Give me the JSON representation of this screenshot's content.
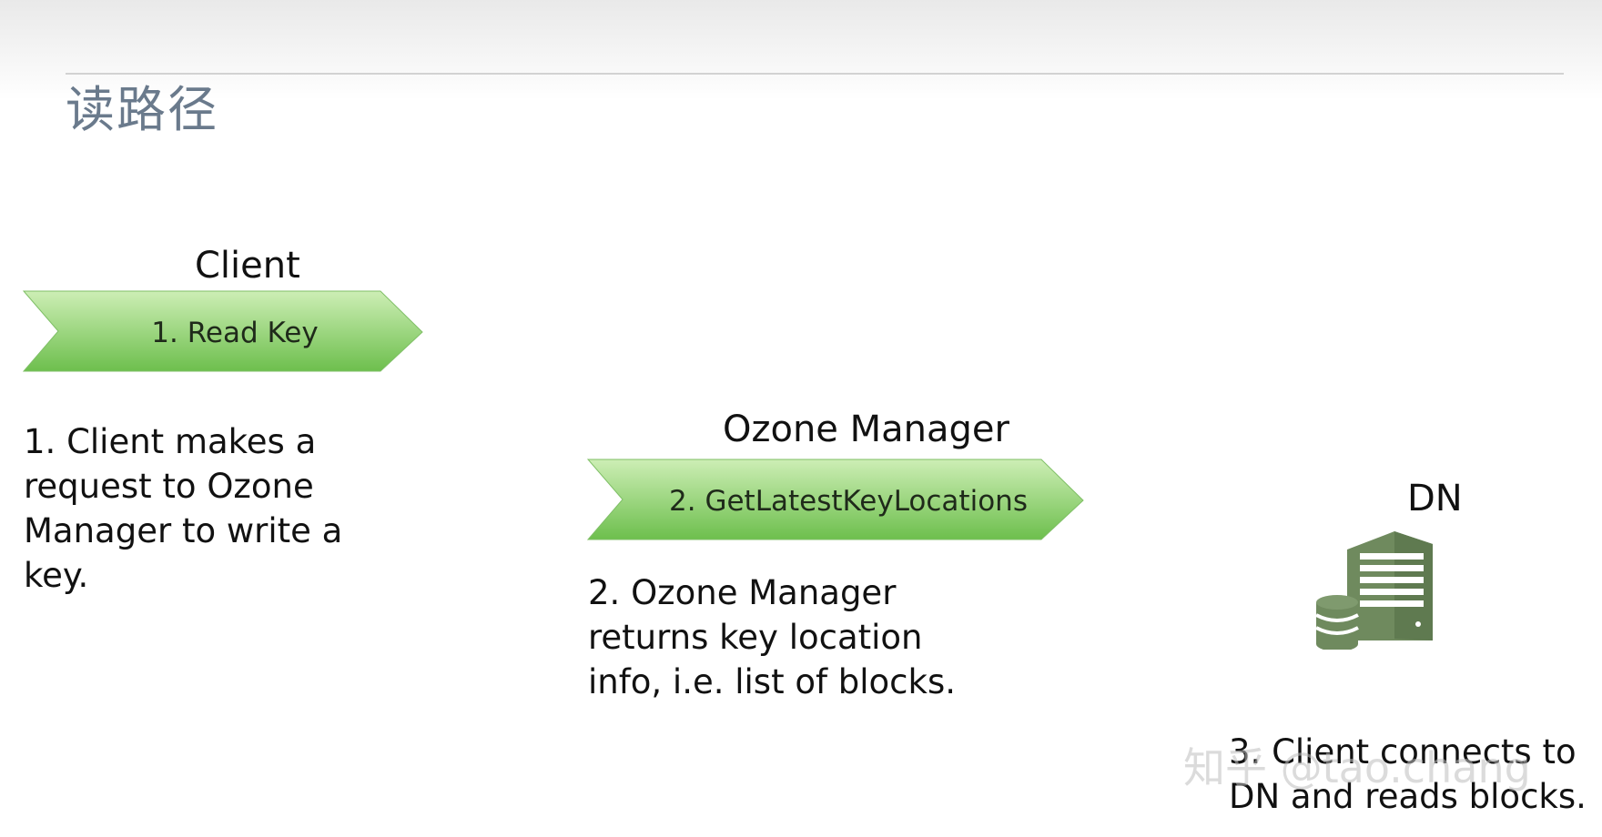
{
  "slide": {
    "title": "读路径"
  },
  "steps": [
    {
      "actor": "Client",
      "chevron_label": "1. Read Key",
      "description": [
        "1. Client makes a",
        "request to Ozone",
        "Manager to write a",
        "key."
      ]
    },
    {
      "actor": "Ozone Manager",
      "chevron_label": "2. GetLatestKeyLocations",
      "description": [
        "2. Ozone Manager",
        "returns key location",
        "info, i.e. list of blocks."
      ]
    },
    {
      "actor": "DN",
      "icon": "server-database-icon",
      "description": [
        "3. Client connects to",
        "DN and reads blocks."
      ]
    }
  ],
  "watermark": "知乎 @tao.chang",
  "colors": {
    "chevron_light": "#c9ecb0",
    "chevron_dark": "#6cbf4c",
    "server_icon": "#6f8a5e",
    "title": "#6a7a8c"
  }
}
